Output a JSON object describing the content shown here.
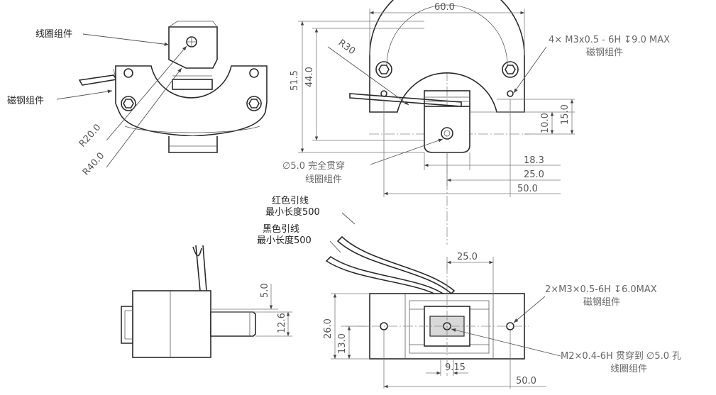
{
  "view1": {
    "coil_label": "线圈组件",
    "magnet_label": "磁钢组件",
    "r20": "R20.0",
    "r40": "R40.0"
  },
  "view2": {
    "width": "60.0",
    "r30": "R30",
    "h_total": "51.5",
    "h_44": "44.0",
    "h_15": "15.0",
    "h_10": "10.0",
    "d_183": "18.3",
    "d_25": "25.0",
    "d_50": "50.0",
    "thread_note": "4× M3x0.5 - 6H ↧9.0 MAX",
    "thread_sub": "磁钢组件",
    "hole_note": "∅5.0 完全贯穿",
    "hole_sub": "线圈组件"
  },
  "leads": {
    "red_1": "红色引线",
    "red_2": "最小长度500",
    "black_1": "黑色引线",
    "black_2": "最小长度500"
  },
  "view3": {
    "d_50": "5.0",
    "d_126": "12.6"
  },
  "view4": {
    "top_25": "25.0",
    "h_26": "26.0",
    "h_13": "13.0",
    "d_915": "9.15",
    "d_500": "50.0",
    "note1": "2×M3×0.5-6H ↧6.0MAX",
    "note1_sub": "磁钢组件",
    "note2": "M2×0.4-6H 贯穿到 ∅5.0 孔",
    "note2_sub": "线圈组件"
  }
}
